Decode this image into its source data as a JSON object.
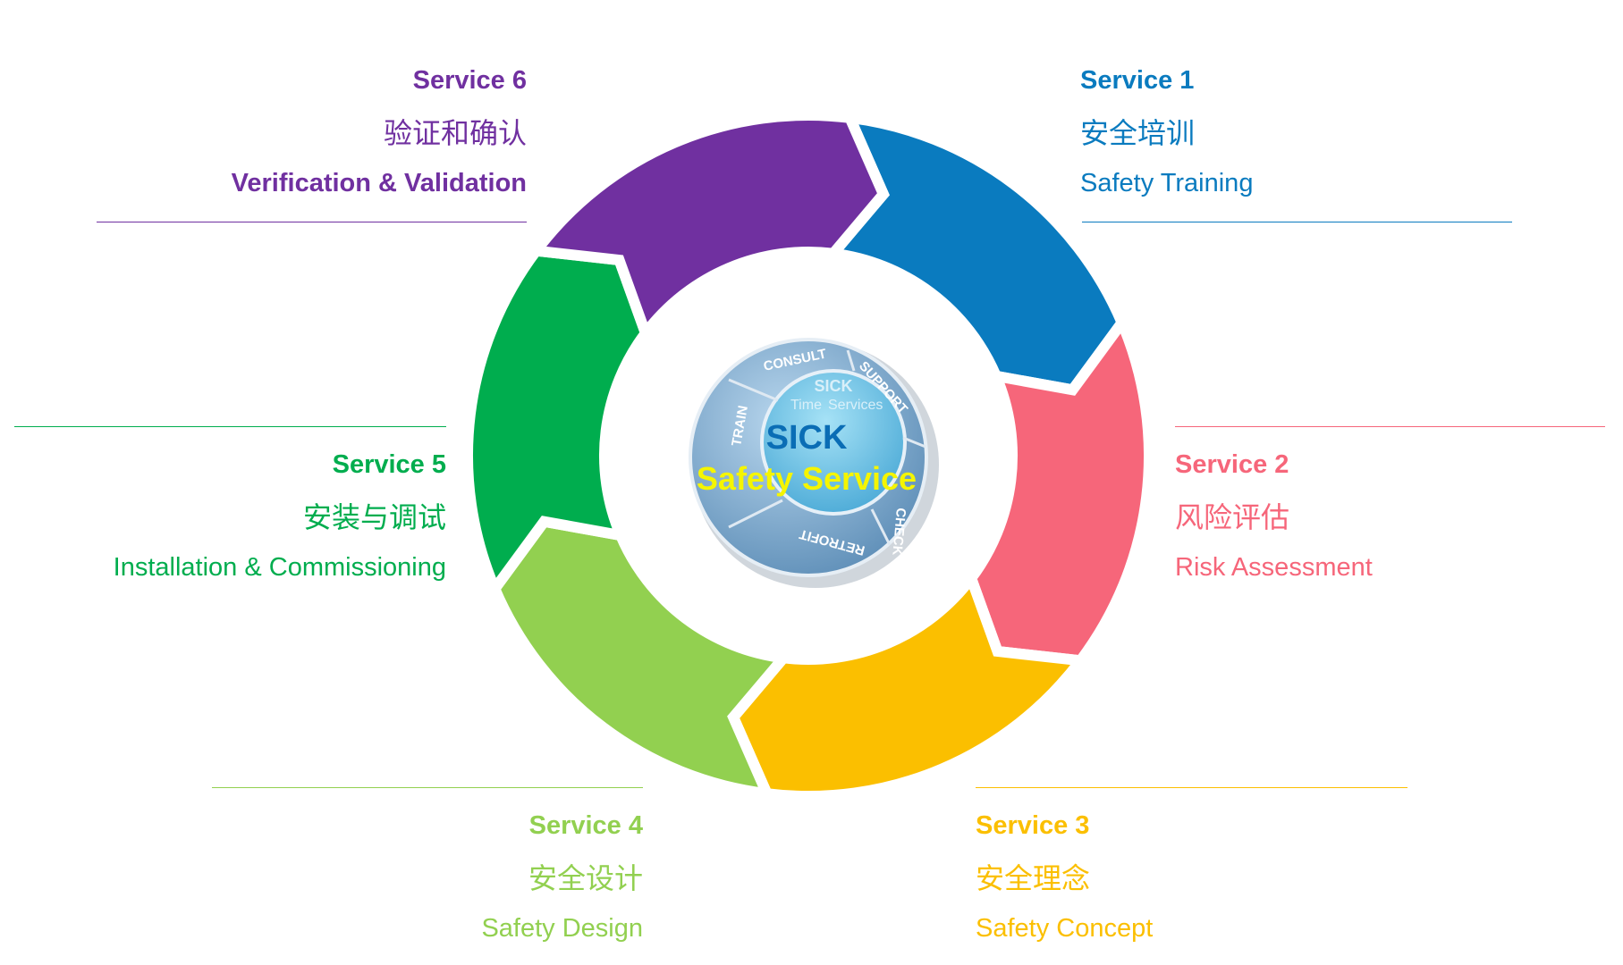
{
  "center": {
    "title": "SICK",
    "subtitle": "Safety Service",
    "badge_ring": [
      "CONSULT",
      "SUPPORT",
      "CHECK",
      "RETROFIT",
      "TRAIN"
    ],
    "badge_inner": [
      "SICK",
      "Time",
      "Services"
    ]
  },
  "services": [
    {
      "title": "Service 1",
      "zh": "安全培训",
      "en": "Safety Training",
      "color": "#0a7bbf"
    },
    {
      "title": "Service 2",
      "zh": "风险评估",
      "en": "Risk Assessment",
      "color": "#f6667a"
    },
    {
      "title": "Service 3",
      "zh": "安全理念",
      "en": "Safety Concept",
      "color": "#fbbf00"
    },
    {
      "title": "Service 4",
      "zh": "安全设计",
      "en": "Safety Design",
      "color": "#92d050"
    },
    {
      "title": "Service 5",
      "zh": "安装与调试",
      "en": "Installation & Commissioning",
      "color": "#00ad4e"
    },
    {
      "title": "Service 6",
      "zh": "验证和确认",
      "en": "Verification & Validation",
      "color": "#7030a0"
    }
  ]
}
